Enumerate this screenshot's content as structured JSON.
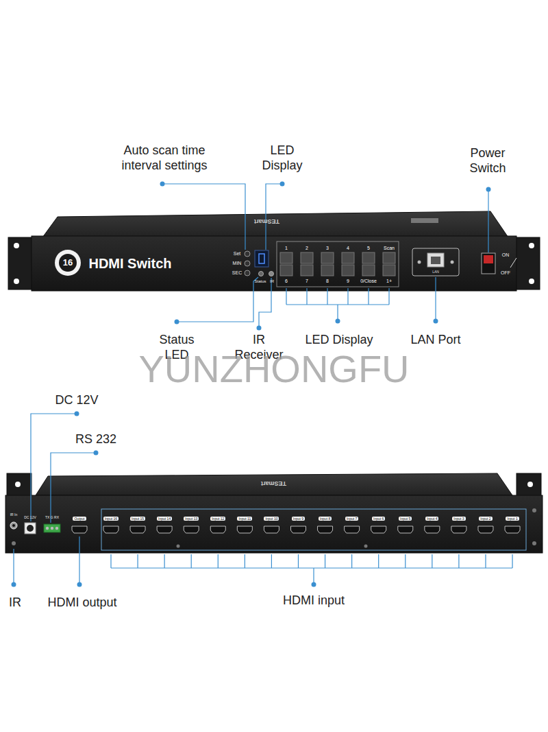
{
  "diagram": {
    "labels": [
      "Auto scan time interval settings",
      "LED Display",
      "Power Switch",
      "Status LED",
      "IR Receiver",
      "LED Display",
      "LAN Port",
      "YUNZHONGFU",
      "DC 12V",
      "RS 232",
      "IR",
      "HDMI output",
      "HDMI input",
      "16",
      "HDMI Switch",
      "Set",
      "MIN",
      "SEC",
      "Status",
      "IR",
      "1",
      "2",
      "3",
      "4",
      "5",
      "Scan",
      "6",
      "7",
      "8",
      "9",
      "0/Close",
      "1+",
      "LAN",
      "ON",
      "OFF",
      "TESmart",
      "IR In",
      "DC 12V",
      "TX G RX",
      "Output",
      "Input 16",
      "Input 15",
      "Input 14",
      "Input 13",
      "Input 12",
      "Input 11",
      "Input 10",
      "Input 9",
      "Input 8",
      "Input 7",
      "Input 6",
      "Input 5",
      "Input 4",
      "Input 3",
      "Input 2",
      "Input 1",
      "TESmart"
    ]
  }
}
